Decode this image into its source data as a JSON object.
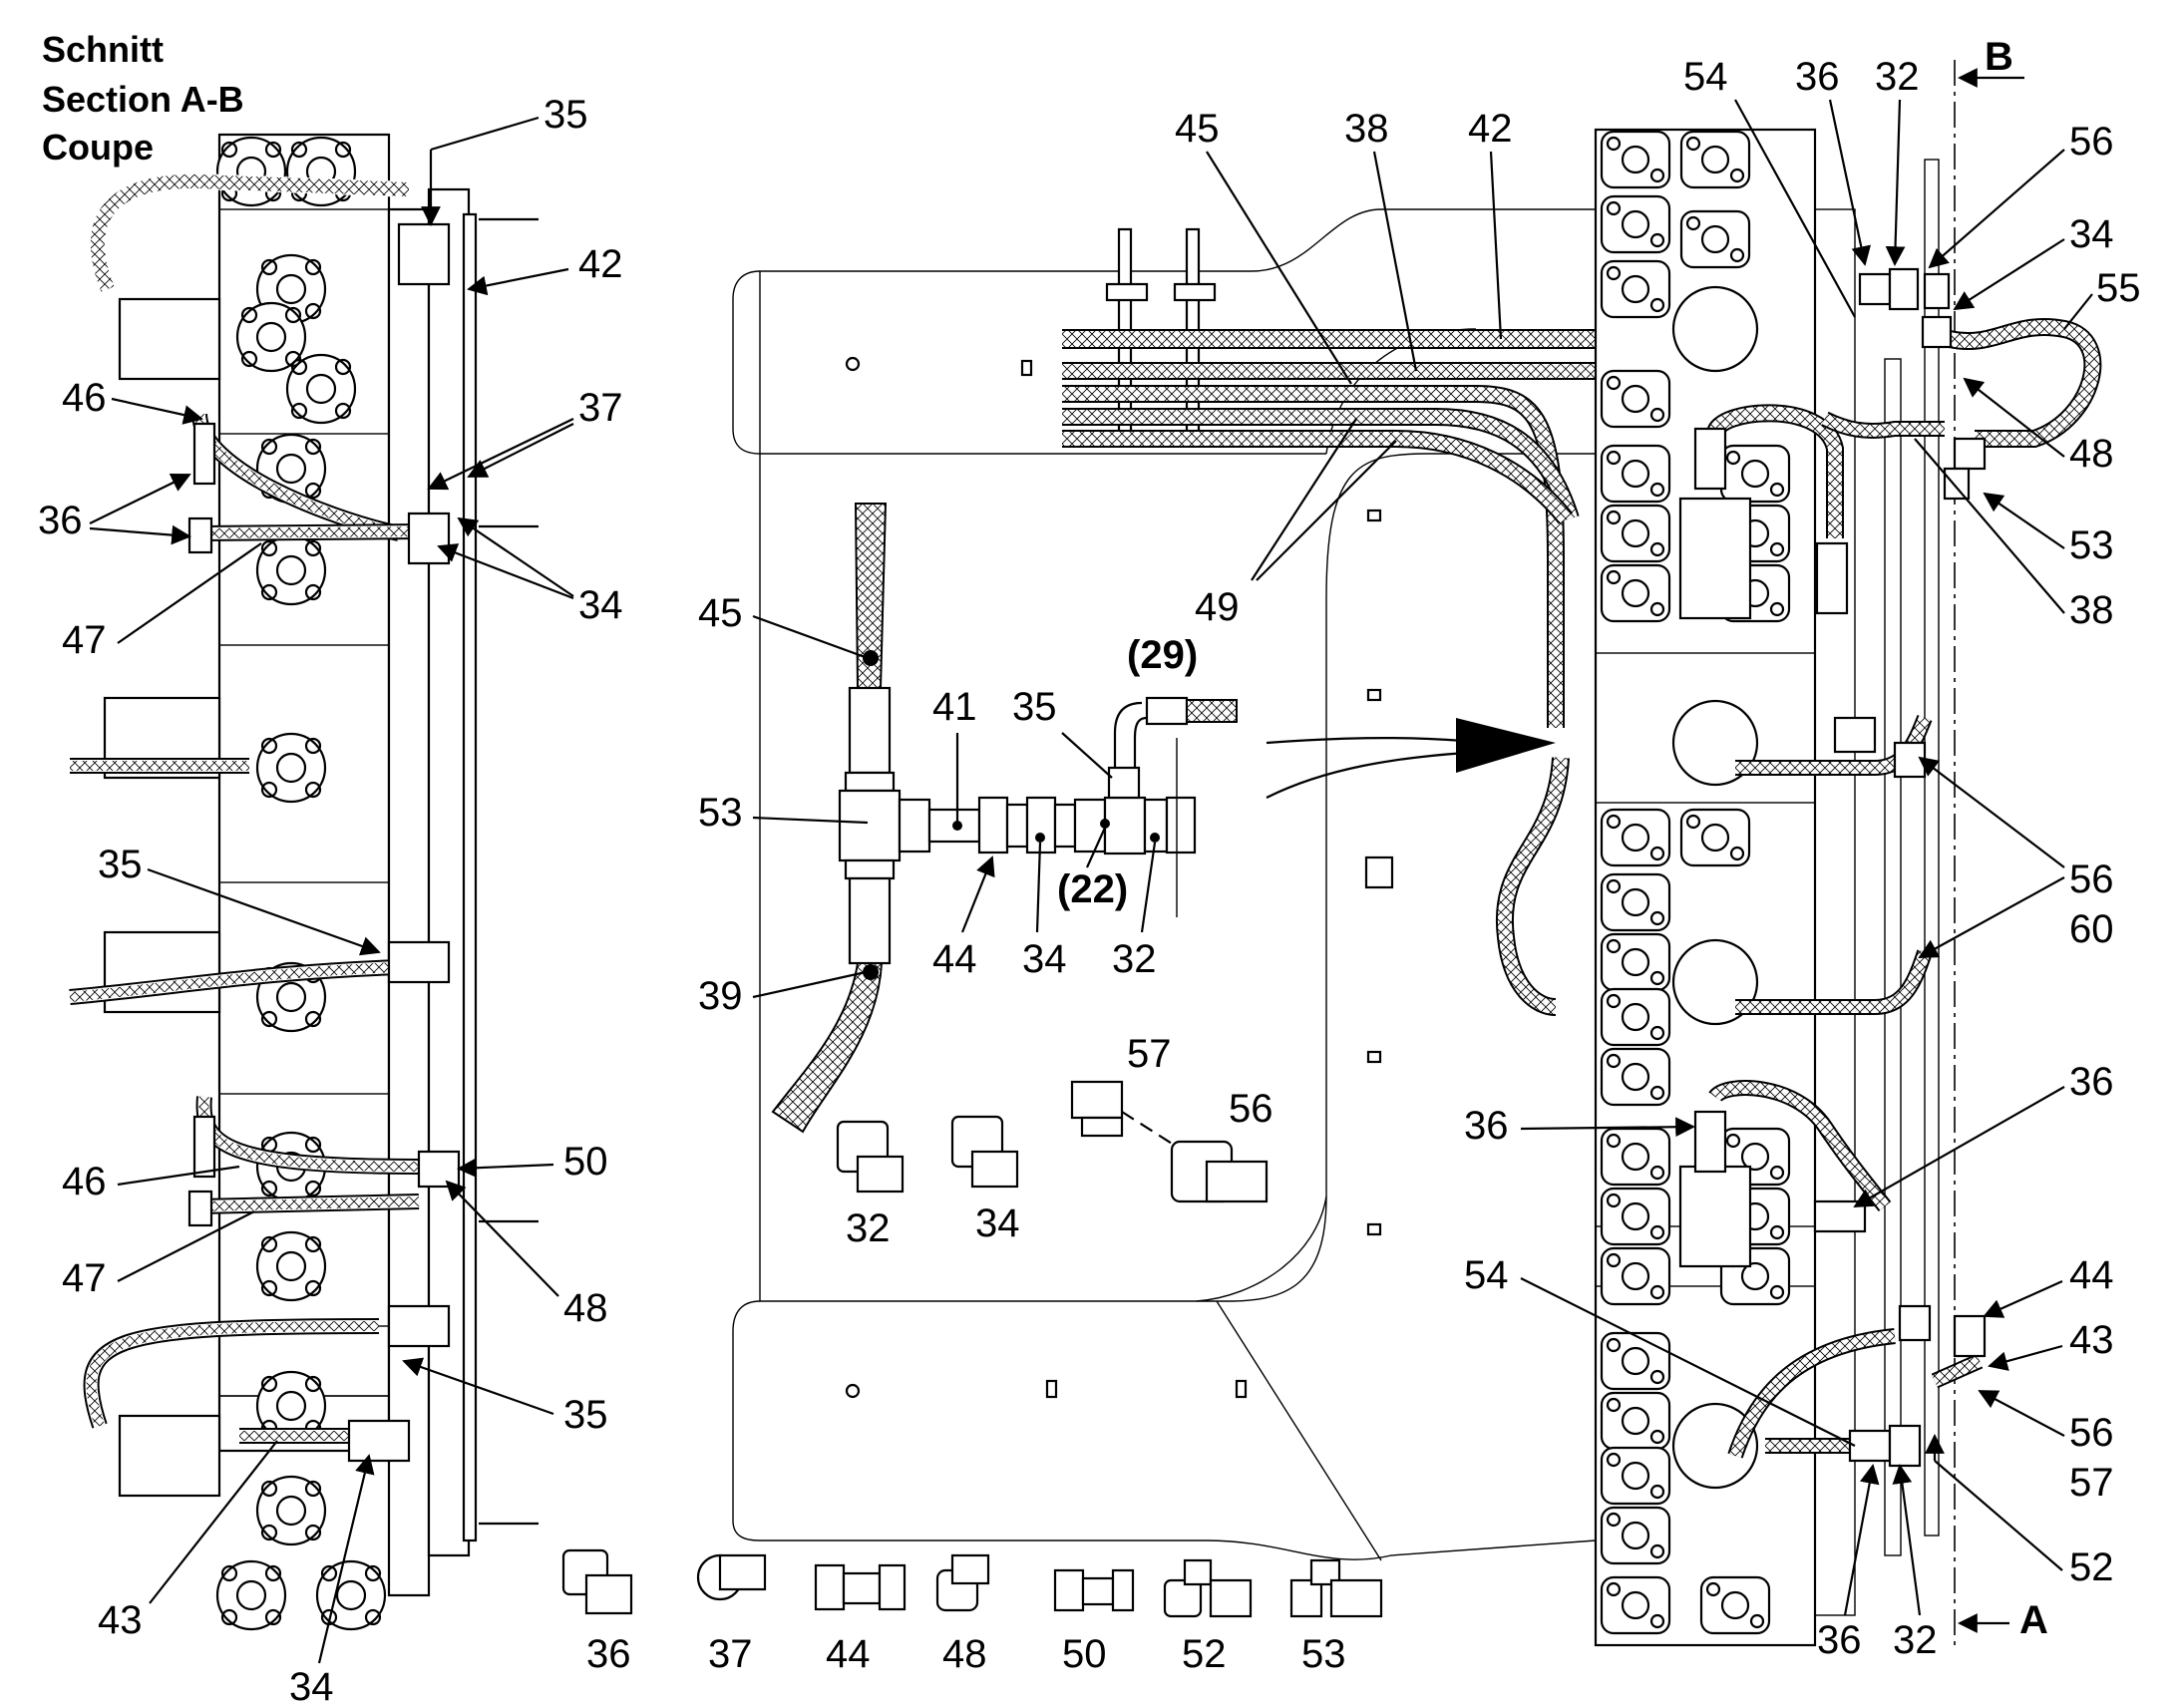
{
  "title": {
    "line1": "Schnitt",
    "line2": "Section A-B",
    "line3": "Coupe"
  },
  "section_markers": {
    "top": "B",
    "bottom": "A"
  },
  "left_view_callouts": {
    "c35a": "35",
    "c42": "42",
    "c46a": "46",
    "c37": "37",
    "c36": "36",
    "c34a": "34",
    "c47a": "47",
    "c35b": "35",
    "c46b": "46",
    "c50": "50",
    "c47b": "47",
    "c48": "48",
    "c35c": "35",
    "c43": "43",
    "c34b": "34"
  },
  "detail_callouts": {
    "c45": "45",
    "c41": "41",
    "c35": "35",
    "c29": "(29)",
    "c53": "53",
    "c22": "(22)",
    "c44": "44",
    "c34": "34",
    "c32": "32",
    "c39": "39"
  },
  "loose_parts": {
    "p57": "57",
    "p56": "56",
    "p32": "32",
    "p34": "34",
    "r36": "36",
    "r37": "37",
    "r44": "44",
    "r48": "48",
    "r50": "50",
    "r52": "52",
    "r53": "53"
  },
  "center_callouts": {
    "c45": "45",
    "c38": "38",
    "c42": "42",
    "c49": "49"
  },
  "right_view_callouts": {
    "c54a": "54",
    "c36a": "36",
    "c32a": "32",
    "c56a": "56",
    "c34": "34",
    "c55": "55",
    "c48": "48",
    "c53": "53",
    "c38": "38",
    "c56b": "56",
    "c60": "60",
    "c36b": "36",
    "c36c": "36",
    "c44": "44",
    "c54b": "54",
    "c43": "43",
    "c56c": "56",
    "c57": "57",
    "c52": "52",
    "c36d": "36",
    "c32b": "32"
  }
}
